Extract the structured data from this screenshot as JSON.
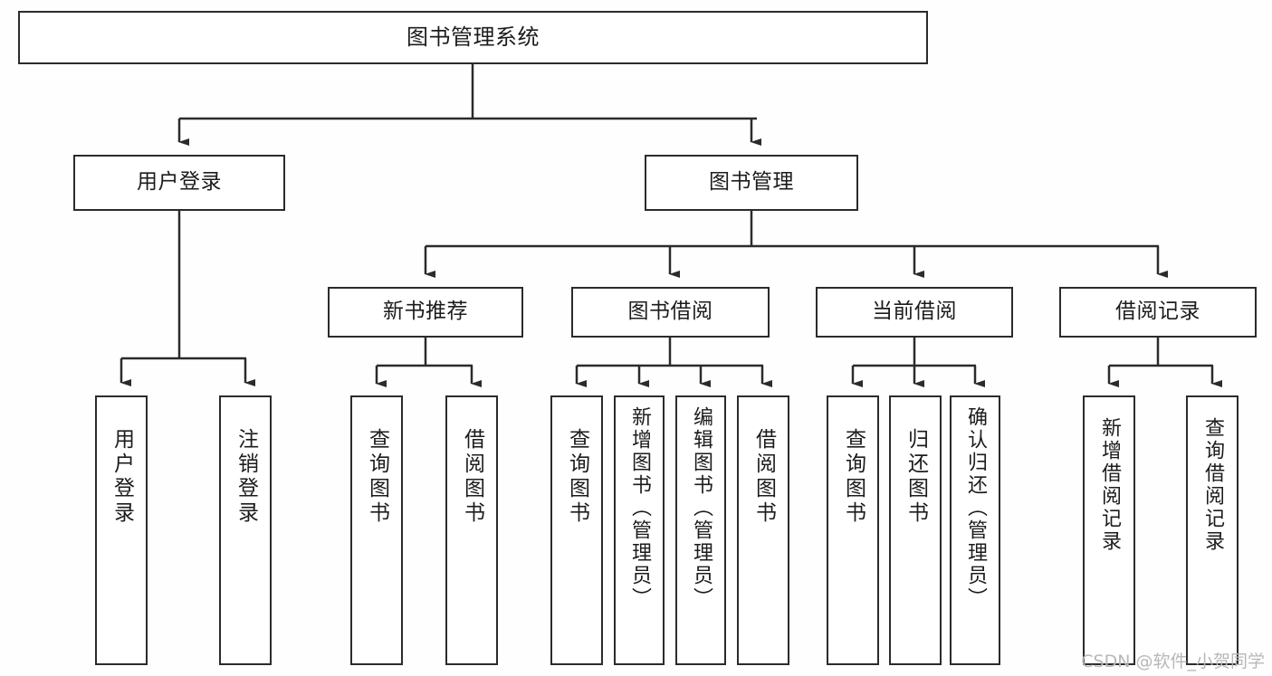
{
  "diagram": {
    "type": "tree",
    "title": "图书管理系统",
    "watermark": "CSDN @软件_小贺同学",
    "colors": {
      "background": "#fefefe",
      "box_border": "#2b2b2b",
      "box_fill": "#ffffff",
      "connector": "#2b2b2b",
      "text": "#1c1c1c",
      "watermark": "#b8b8b8"
    },
    "nodes": {
      "root": {
        "label": "图书管理系统"
      },
      "level2": [
        {
          "id": "user-login",
          "label": "用户登录"
        },
        {
          "id": "book-manage",
          "label": "图书管理"
        }
      ],
      "level3": [
        {
          "id": "new-book-recommend",
          "label": "新书推荐"
        },
        {
          "id": "book-borrow",
          "label": "图书借阅"
        },
        {
          "id": "current-borrow",
          "label": "当前借阅"
        },
        {
          "id": "borrow-record",
          "label": "借阅记录"
        }
      ],
      "leaves": {
        "user-login": [
          {
            "id": "leaf-user-login",
            "label": "用户登录"
          },
          {
            "id": "leaf-logout-login",
            "label": "注销登录"
          }
        ],
        "new-book-recommend": [
          {
            "id": "leaf-query-book-1",
            "label": "查询图书"
          },
          {
            "id": "leaf-borrow-book-1",
            "label": "借阅图书"
          }
        ],
        "book-borrow": [
          {
            "id": "leaf-query-book-2",
            "label": "查询图书"
          },
          {
            "id": "leaf-add-book",
            "label": "新增图书（管理员）"
          },
          {
            "id": "leaf-edit-book",
            "label": "编辑图书（管理员）"
          },
          {
            "id": "leaf-borrow-book-2",
            "label": "借阅图书"
          }
        ],
        "current-borrow": [
          {
            "id": "leaf-query-book-3",
            "label": "查询图书"
          },
          {
            "id": "leaf-return-book",
            "label": "归还图书"
          },
          {
            "id": "leaf-confirm-return",
            "label": "确认归还（管理员）"
          }
        ],
        "borrow-record": [
          {
            "id": "leaf-add-record",
            "label": "新增借阅记录"
          },
          {
            "id": "leaf-query-record",
            "label": "查询借阅记录"
          }
        ]
      }
    }
  }
}
